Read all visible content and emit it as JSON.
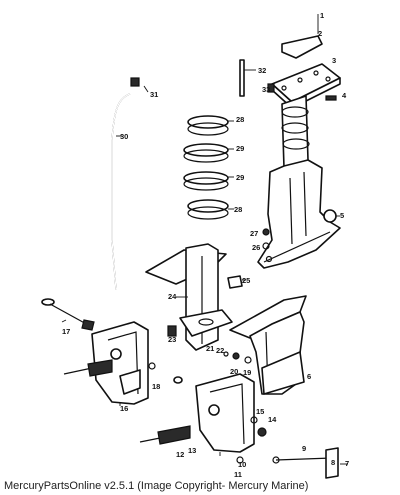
{
  "caption": "MercuryPartsOnline v2.5.1 (Image Copyright- Mercury Marine)",
  "callouts": [
    "1",
    "2",
    "3",
    "4",
    "5",
    "6",
    "7",
    "8",
    "9",
    "10",
    "11",
    "12",
    "13",
    "14",
    "15",
    "16",
    "17",
    "18",
    "19",
    "20",
    "21",
    "22",
    "23",
    "24",
    "25",
    "26",
    "27",
    "28",
    "29",
    "29",
    "28",
    "30",
    "31",
    "32",
    "33"
  ],
  "colors": {
    "line": "#111111",
    "background": "#ffffff",
    "caption": "#222222"
  }
}
